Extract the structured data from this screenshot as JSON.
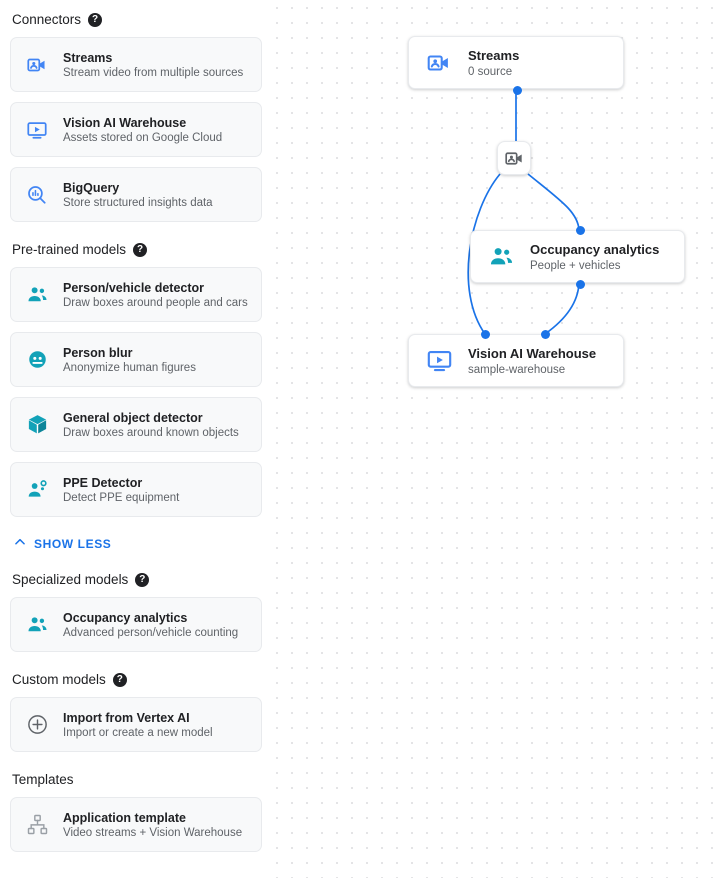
{
  "sidebar": {
    "sections": [
      {
        "title": "Connectors",
        "has_help": true,
        "items": [
          {
            "icon": "video-camera-icon",
            "title": "Streams",
            "subtitle": "Stream video from multiple sources"
          },
          {
            "icon": "media-warehouse-icon",
            "title": "Vision AI Warehouse",
            "subtitle": "Assets stored on Google Cloud"
          },
          {
            "icon": "bigquery-icon",
            "title": "BigQuery",
            "subtitle": "Store structured insights data"
          }
        ]
      },
      {
        "title": "Pre-trained models",
        "has_help": true,
        "items": [
          {
            "icon": "people-group-icon",
            "title": "Person/vehicle detector",
            "subtitle": "Draw boxes around people and cars"
          },
          {
            "icon": "face-blur-icon",
            "title": "Person blur",
            "subtitle": "Anonymize human figures"
          },
          {
            "icon": "cube-icon",
            "title": "General object detector",
            "subtitle": "Draw boxes around known objects"
          },
          {
            "icon": "ppe-person-icon",
            "title": "PPE Detector",
            "subtitle": "Detect PPE equipment"
          }
        ]
      },
      {
        "title": "Specialized models",
        "has_help": true,
        "items": [
          {
            "icon": "people-group-icon",
            "title": "Occupancy analytics",
            "subtitle": "Advanced person/vehicle counting"
          }
        ]
      },
      {
        "title": "Custom models",
        "has_help": true,
        "items": [
          {
            "icon": "plus-circle-icon",
            "title": "Import from Vertex AI",
            "subtitle": "Import or create a new model"
          }
        ]
      },
      {
        "title": "Templates",
        "has_help": false,
        "items": [
          {
            "icon": "hierarchy-icon",
            "title": "Application template",
            "subtitle": "Video streams + Vision Warehouse"
          }
        ]
      }
    ],
    "show_less_label": "SHOW LESS",
    "help_glyph": "?"
  },
  "graph": {
    "nodes": [
      {
        "id": "streams",
        "icon": "video-camera-icon",
        "title": "Streams",
        "subtitle": "0 source"
      },
      {
        "id": "mini",
        "icon": "video-camera-icon",
        "title": "",
        "subtitle": ""
      },
      {
        "id": "occupancy",
        "icon": "people-group-icon",
        "title": "Occupancy analytics",
        "subtitle": "People + vehicles"
      },
      {
        "id": "warehouse",
        "icon": "media-warehouse-icon",
        "title": "Vision AI Warehouse",
        "subtitle": "sample-warehouse"
      }
    ]
  },
  "colors": {
    "blue": "#1a73e8",
    "teal": "#12A2B8",
    "gray_icon": "#5f6368",
    "text_primary": "#202124",
    "text_secondary": "#5f6368",
    "card_bg": "#f8f9fa",
    "edge": "#1a73e8"
  }
}
